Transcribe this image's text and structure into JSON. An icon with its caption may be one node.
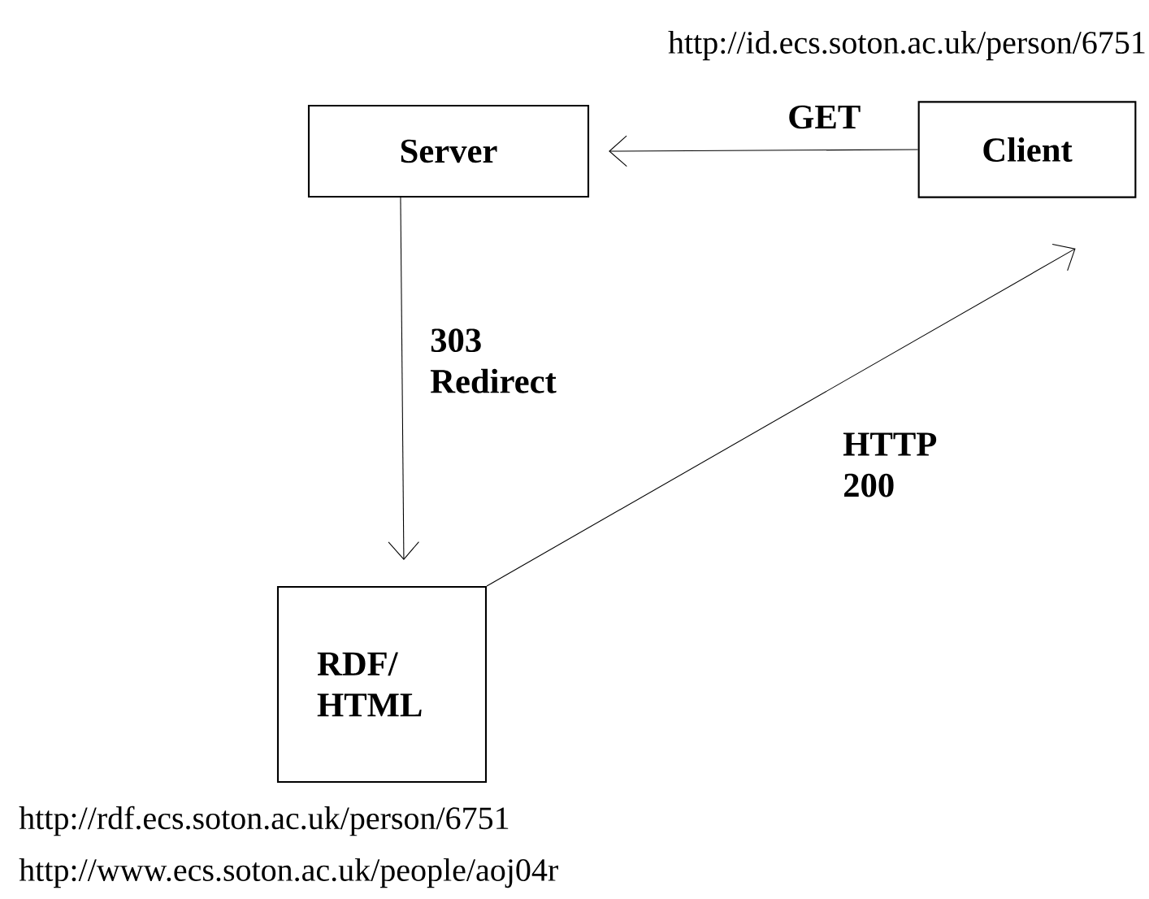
{
  "diagram": {
    "nodes": [
      {
        "text": [
          "Server"
        ]
      },
      {
        "text": [
          "Client"
        ],
        "beside": [
          "http://id.ecs.soton.ac.uk/person/6751"
        ]
      },
      {
        "text": [
          "RDF/ HTML"
        ],
        "beside": [
          "http://rdf.ecs.soton.ac.uk/person/6751",
          "http://www.ecs.soton.ac.uk/people/aoj04r"
        ]
      }
    ],
    "edges": [
      {
        "from": 1,
        "to": 0,
        "arrow": "to",
        "label": "GET"
      },
      {
        "from": 0,
        "to": 2,
        "arrow": "to",
        "label": "303 Redirect"
      },
      {
        "from": 2,
        "to": 1,
        "arrow": "to",
        "label": "HTTP 200"
      }
    ]
  }
}
